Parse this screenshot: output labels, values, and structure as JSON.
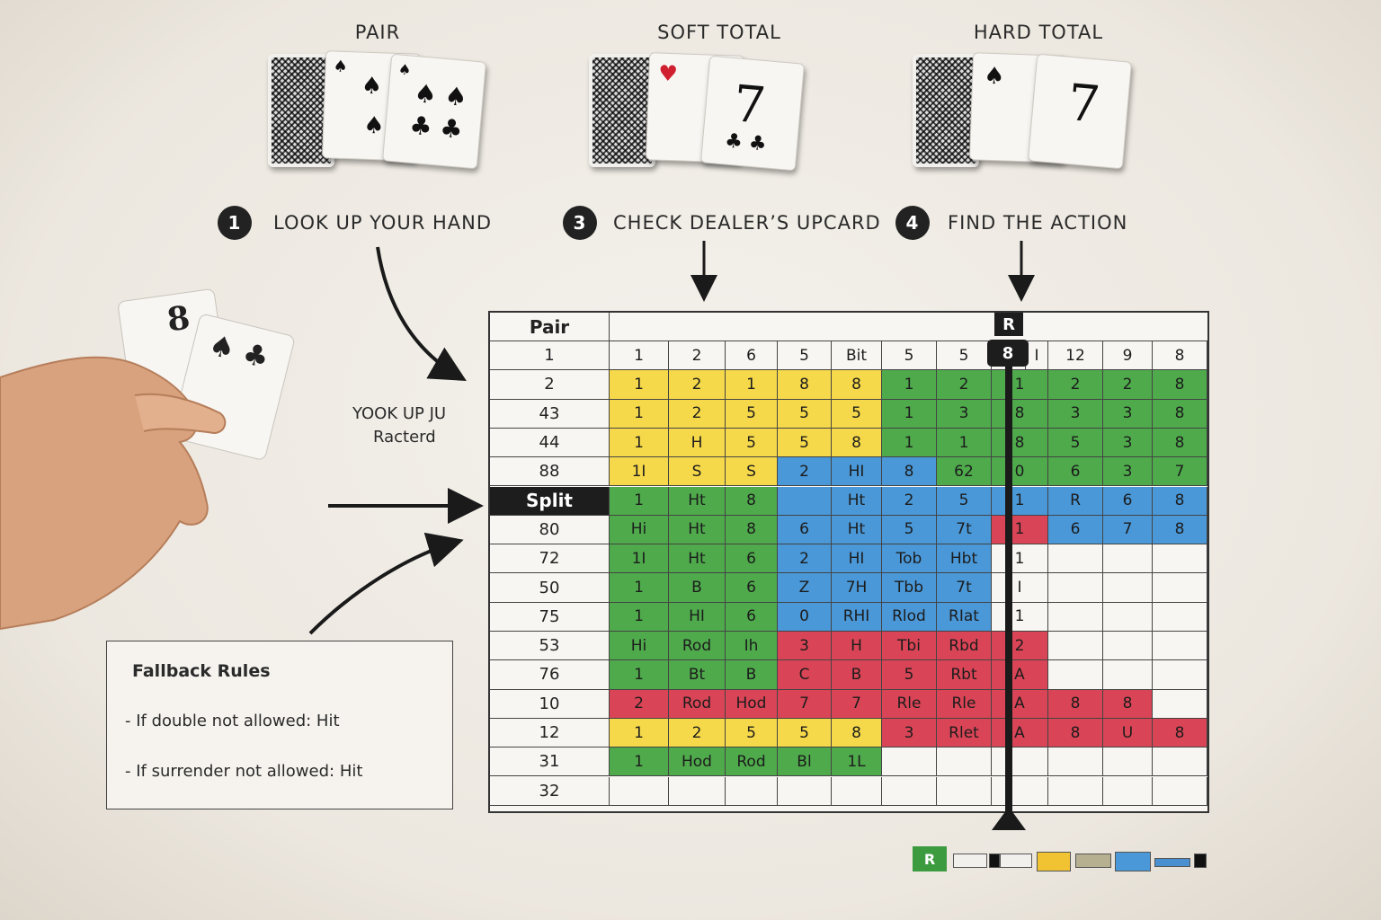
{
  "headers": {
    "pair": "PAIR",
    "soft_total": "SOFT TOTAL",
    "hard_total": "HARD TOTAL"
  },
  "steps": [
    {
      "num": "1",
      "text": "LOOK UP YOUR HAND"
    },
    {
      "num": "3",
      "text": "CHECK DEALER’S UPCARD"
    },
    {
      "num": "4",
      "text": "FIND THE ACTION"
    }
  ],
  "side_label": {
    "line1": "YOOK UP JU",
    "line2": "Racterd"
  },
  "hand_cards": {
    "rank": "8"
  },
  "chart": {
    "corner": "Pair",
    "marker_top": "R",
    "marker_col": "8",
    "col_headers": [
      "1",
      "2",
      "6",
      "5",
      "Bit",
      "5",
      "5",
      "8",
      "I",
      "12",
      "9",
      "8"
    ],
    "rows": [
      {
        "label": "1",
        "cells": []
      },
      {
        "label": "2",
        "cells": [
          [
            "1",
            "Y"
          ],
          [
            "2",
            "Y"
          ],
          [
            "1",
            "Y"
          ],
          [
            "8",
            "Y"
          ],
          [
            "8",
            "Y"
          ],
          [
            "1",
            "G"
          ],
          [
            "2",
            "G"
          ],
          [
            "1",
            "G"
          ],
          [
            "2",
            "G"
          ],
          [
            "2",
            "G"
          ],
          [
            "8",
            "G"
          ]
        ]
      },
      {
        "label": "43",
        "cells": [
          [
            "1",
            "Y"
          ],
          [
            "2",
            "Y"
          ],
          [
            "5",
            "Y"
          ],
          [
            "5",
            "Y"
          ],
          [
            "5",
            "Y"
          ],
          [
            "1",
            "G"
          ],
          [
            "3",
            "G"
          ],
          [
            "8",
            "G"
          ],
          [
            "3",
            "G"
          ],
          [
            "3",
            "G"
          ],
          [
            "8",
            "G"
          ]
        ]
      },
      {
        "label": "44",
        "cells": [
          [
            "1",
            "Y"
          ],
          [
            "H",
            "Y"
          ],
          [
            "5",
            "Y"
          ],
          [
            "5",
            "Y"
          ],
          [
            "8",
            "Y"
          ],
          [
            "1",
            "G"
          ],
          [
            "1",
            "G"
          ],
          [
            "8",
            "G"
          ],
          [
            "5",
            "G"
          ],
          [
            "3",
            "G"
          ],
          [
            "8",
            "G"
          ]
        ]
      },
      {
        "label": "88",
        "cells": [
          [
            "1I",
            "Y"
          ],
          [
            "S",
            "Y"
          ],
          [
            "S",
            "Y"
          ],
          [
            "2",
            "B"
          ],
          [
            "HI",
            "B"
          ],
          [
            "8",
            "B"
          ],
          [
            "62",
            "G"
          ],
          [
            "0",
            "G"
          ],
          [
            "6",
            "G"
          ],
          [
            "3",
            "G"
          ],
          [
            "7",
            "G"
          ]
        ]
      },
      {
        "label": "Split",
        "split": true,
        "cells": [
          [
            "1",
            "G"
          ],
          [
            "Ht",
            "G"
          ],
          [
            "8",
            "G"
          ],
          [
            "",
            "B"
          ],
          [
            "Ht",
            "B"
          ],
          [
            "2",
            "B"
          ],
          [
            "5",
            "B"
          ],
          [
            "1",
            "B"
          ],
          [
            "R",
            "B"
          ],
          [
            "6",
            "B"
          ],
          [
            "8",
            "B"
          ]
        ]
      },
      {
        "label": "80",
        "cells": [
          [
            "Hi",
            "G"
          ],
          [
            "Ht",
            "G"
          ],
          [
            "8",
            "G"
          ],
          [
            "6",
            "B"
          ],
          [
            "Ht",
            "B"
          ],
          [
            "5",
            "B"
          ],
          [
            "7t",
            "B"
          ],
          [
            "1",
            "R"
          ],
          [
            "6",
            "B"
          ],
          [
            "7",
            "B"
          ],
          [
            "8",
            "B"
          ]
        ]
      },
      {
        "label": "72",
        "cells": [
          [
            "1I",
            "G"
          ],
          [
            "Ht",
            "G"
          ],
          [
            "6",
            "G"
          ],
          [
            "2",
            "B"
          ],
          [
            "HI",
            "B"
          ],
          [
            "Tob",
            "B"
          ],
          [
            "Hbt",
            "B"
          ],
          [
            "1",
            ""
          ],
          [
            "",
            ""
          ],
          [
            "",
            ""
          ],
          [
            "",
            ""
          ]
        ]
      },
      {
        "label": "50",
        "cells": [
          [
            "1",
            "G"
          ],
          [
            "B",
            "G"
          ],
          [
            "6",
            "G"
          ],
          [
            "Z",
            "B"
          ],
          [
            "7H",
            "B"
          ],
          [
            "Tbb",
            "B"
          ],
          [
            "7t",
            "B"
          ],
          [
            "I",
            ""
          ],
          [
            "",
            ""
          ],
          [
            "",
            ""
          ],
          [
            "",
            ""
          ]
        ]
      },
      {
        "label": "75",
        "cells": [
          [
            "1",
            "G"
          ],
          [
            "HI",
            "G"
          ],
          [
            "6",
            "G"
          ],
          [
            "0",
            "B"
          ],
          [
            "RHI",
            "B"
          ],
          [
            "Rlod",
            "B"
          ],
          [
            "RIat",
            "B"
          ],
          [
            "1",
            ""
          ],
          [
            "",
            ""
          ],
          [
            "",
            ""
          ],
          [
            "",
            ""
          ]
        ]
      },
      {
        "label": "53",
        "cells": [
          [
            "Hi",
            "G"
          ],
          [
            "Rod",
            "G"
          ],
          [
            "Ih",
            "G"
          ],
          [
            "3",
            "R"
          ],
          [
            "H",
            "R"
          ],
          [
            "Tbi",
            "R"
          ],
          [
            "Rbd",
            "R"
          ],
          [
            "2",
            "R"
          ],
          [
            "",
            ""
          ],
          [
            "",
            ""
          ],
          [
            "",
            ""
          ]
        ]
      },
      {
        "label": "76",
        "cells": [
          [
            "1",
            "G"
          ],
          [
            "Bt",
            "G"
          ],
          [
            "B",
            "G"
          ],
          [
            "C",
            "R"
          ],
          [
            "B",
            "R"
          ],
          [
            "5",
            "R"
          ],
          [
            "Rbt",
            "R"
          ],
          [
            "A",
            "R"
          ],
          [
            "",
            ""
          ],
          [
            "",
            ""
          ],
          [
            "",
            ""
          ]
        ]
      },
      {
        "label": "10",
        "cells": [
          [
            "2",
            "R"
          ],
          [
            "Rod",
            "R"
          ],
          [
            "Hod",
            "R"
          ],
          [
            "7",
            "R"
          ],
          [
            "7",
            "R"
          ],
          [
            "Rle",
            "R"
          ],
          [
            "Rle",
            "R"
          ],
          [
            "A",
            "R"
          ],
          [
            "8",
            "R"
          ],
          [
            "8",
            "R"
          ],
          [
            "",
            ""
          ]
        ]
      },
      {
        "label": "12",
        "cells": [
          [
            "1",
            "Y"
          ],
          [
            "2",
            "Y"
          ],
          [
            "5",
            "Y"
          ],
          [
            "5",
            "Y"
          ],
          [
            "8",
            "Y"
          ],
          [
            "3",
            "R"
          ],
          [
            "Rlet",
            "R"
          ],
          [
            "A",
            "R"
          ],
          [
            "8",
            "R"
          ],
          [
            "U",
            "R"
          ],
          [
            "8",
            "R"
          ]
        ]
      },
      {
        "label": "31",
        "cells": [
          [
            "1",
            "G"
          ],
          [
            "Hod",
            "G"
          ],
          [
            "Rod",
            "G"
          ],
          [
            "Bl",
            "G"
          ],
          [
            "1L",
            "G"
          ],
          [
            "",
            ""
          ],
          [
            "",
            ""
          ],
          [
            "",
            ""
          ],
          [
            "",
            ""
          ],
          [
            "",
            ""
          ],
          [
            "",
            ""
          ]
        ]
      },
      {
        "label": "32",
        "cells": [
          [
            "",
            ""
          ],
          [
            "",
            ""
          ],
          [
            "",
            ""
          ],
          [
            "",
            ""
          ],
          [
            "",
            ""
          ],
          [
            "",
            ""
          ],
          [
            "",
            ""
          ],
          [
            "",
            ""
          ],
          [
            "",
            ""
          ],
          [
            "",
            ""
          ],
          [
            "",
            ""
          ]
        ]
      }
    ]
  },
  "fallback": {
    "title": "Fallback Rules",
    "rules": [
      "If double not allowed: Hit",
      "If surrender not allowed: Hit"
    ]
  },
  "legend": {
    "badge": "R"
  },
  "colors": {
    "yellow": "#f6d94a",
    "green": "#4faa4c",
    "blue": "#4a98d8",
    "red": "#d94556"
  }
}
